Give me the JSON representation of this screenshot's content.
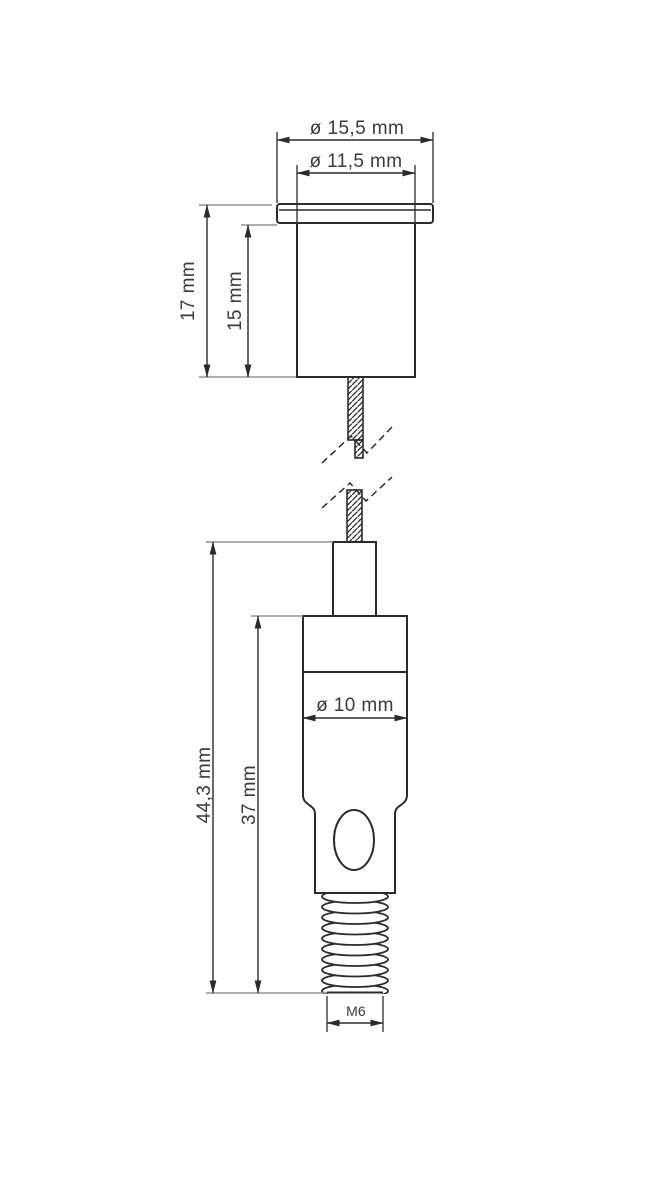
{
  "views": {
    "ceiling_attachment": {
      "outer_diameter": "ø 15,5 mm",
      "inner_diameter": "ø 11,5 mm",
      "total_height": "17 mm",
      "body_height": "15 mm"
    },
    "cable_gripper": {
      "body_diameter": "ø 10 mm",
      "total_length": "44,3 mm",
      "body_length": "37 mm",
      "thread_size": "M6"
    }
  },
  "colors": {
    "line": "#2b2b2b",
    "extension_line": "#949494",
    "text": "#3b3b3b",
    "background": "#ffffff"
  }
}
